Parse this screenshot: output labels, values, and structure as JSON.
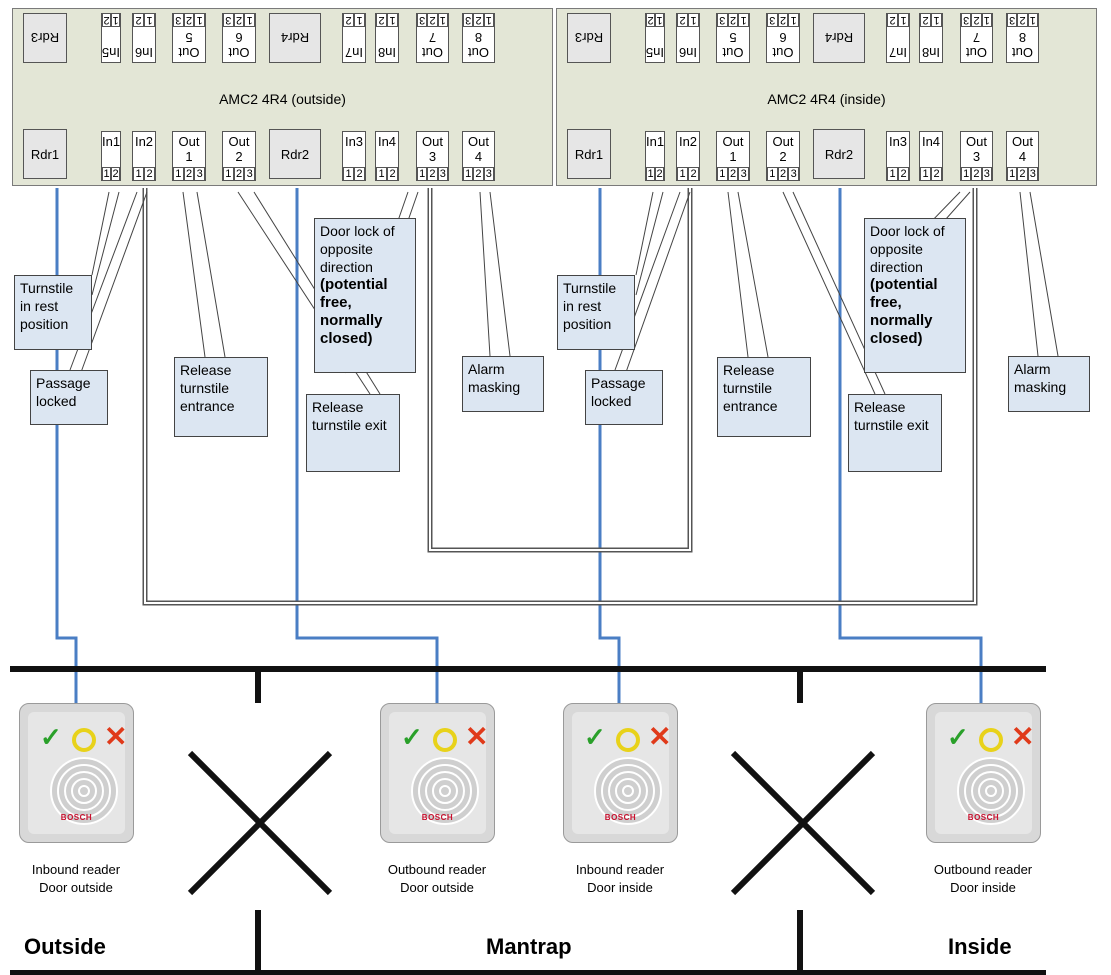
{
  "controllers": [
    {
      "title": "AMC2 4R4 (outside)",
      "bottom_row": [
        {
          "label": "Rdr1",
          "kind": "reader"
        },
        {
          "label": "In1",
          "pins": [
            "1",
            "2"
          ]
        },
        {
          "label": "In2",
          "pins": [
            "1",
            "2"
          ]
        },
        {
          "label": "Out\n1",
          "pins": [
            "1",
            "2",
            "3"
          ]
        },
        {
          "label": "Out\n2",
          "pins": [
            "1",
            "2",
            "3"
          ]
        },
        {
          "label": "Rdr2",
          "kind": "reader"
        },
        {
          "label": "In3",
          "pins": [
            "1",
            "2"
          ]
        },
        {
          "label": "In4",
          "pins": [
            "1",
            "2"
          ]
        },
        {
          "label": "Out\n3",
          "pins": [
            "1",
            "2",
            "3"
          ]
        },
        {
          "label": "Out\n4",
          "pins": [
            "1",
            "2",
            "3"
          ]
        }
      ],
      "top_row": [
        {
          "label": "Rdr3",
          "kind": "reader"
        },
        {
          "label": "In5",
          "pins": [
            "1",
            "2"
          ]
        },
        {
          "label": "In6",
          "pins": [
            "1",
            "2"
          ]
        },
        {
          "label": "Out\n5",
          "pins": [
            "1",
            "2",
            "3"
          ]
        },
        {
          "label": "Out\n6",
          "pins": [
            "1",
            "2",
            "3"
          ]
        },
        {
          "label": "Rdr4",
          "kind": "reader"
        },
        {
          "label": "In7",
          "pins": [
            "1",
            "2"
          ]
        },
        {
          "label": "In8",
          "pins": [
            "1",
            "2"
          ]
        },
        {
          "label": "Out\n7",
          "pins": [
            "1",
            "2",
            "3"
          ]
        },
        {
          "label": "Out\n8",
          "pins": [
            "1",
            "2",
            "3"
          ]
        }
      ]
    },
    {
      "title": "AMC2 4R4 (inside)",
      "bottom_row": [
        {
          "label": "Rdr1",
          "kind": "reader"
        },
        {
          "label": "In1",
          "pins": [
            "1",
            "2"
          ]
        },
        {
          "label": "In2",
          "pins": [
            "1",
            "2"
          ]
        },
        {
          "label": "Out\n1",
          "pins": [
            "1",
            "2",
            "3"
          ]
        },
        {
          "label": "Out\n2",
          "pins": [
            "1",
            "2",
            "3"
          ]
        },
        {
          "label": "Rdr2",
          "kind": "reader"
        },
        {
          "label": "In3",
          "pins": [
            "1",
            "2"
          ]
        },
        {
          "label": "In4",
          "pins": [
            "1",
            "2"
          ]
        },
        {
          "label": "Out\n3",
          "pins": [
            "1",
            "2",
            "3"
          ]
        },
        {
          "label": "Out\n4",
          "pins": [
            "1",
            "2",
            "3"
          ]
        }
      ],
      "top_row": [
        {
          "label": "Rdr3",
          "kind": "reader"
        },
        {
          "label": "In5",
          "pins": [
            "1",
            "2"
          ]
        },
        {
          "label": "In6",
          "pins": [
            "1",
            "2"
          ]
        },
        {
          "label": "Out\n5",
          "pins": [
            "1",
            "2",
            "3"
          ]
        },
        {
          "label": "Out\n6",
          "pins": [
            "1",
            "2",
            "3"
          ]
        },
        {
          "label": "Rdr4",
          "kind": "reader"
        },
        {
          "label": "In7",
          "pins": [
            "1",
            "2"
          ]
        },
        {
          "label": "In8",
          "pins": [
            "1",
            "2"
          ]
        },
        {
          "label": "Out\n7",
          "pins": [
            "1",
            "2",
            "3"
          ]
        },
        {
          "label": "Out\n8",
          "pins": [
            "1",
            "2",
            "3"
          ]
        }
      ]
    }
  ],
  "callouts": {
    "turnstile_rest": "Turnstile in rest position",
    "passage_locked": "Passage locked",
    "release_entrance": "Release turnstile entrance",
    "door_lock_line1": "Door lock of opposite direction",
    "door_lock_bold": "(potential free, normally closed)",
    "release_exit": "Release turnstile exit",
    "alarm_masking": "Alarm masking"
  },
  "readers": [
    {
      "line1": "Inbound reader",
      "line2": "Door outside"
    },
    {
      "line1": "Outbound reader",
      "line2": "Door outside"
    },
    {
      "line1": "Inbound reader",
      "line2": "Door inside"
    },
    {
      "line1": "Outbound reader",
      "line2": "Door inside"
    }
  ],
  "reader_brand": "BOSCH",
  "zones": {
    "outside": "Outside",
    "mantrap": "Mantrap",
    "inside": "Inside"
  },
  "colors": {
    "controller_fill": "#e3e6d6",
    "callout_fill": "#dce6f2",
    "blue_wire": "#4a7ec4",
    "check": "#2aa02a",
    "ring": "#e8d21a",
    "cross": "#e03a1a",
    "brand": "#c8102e"
  }
}
